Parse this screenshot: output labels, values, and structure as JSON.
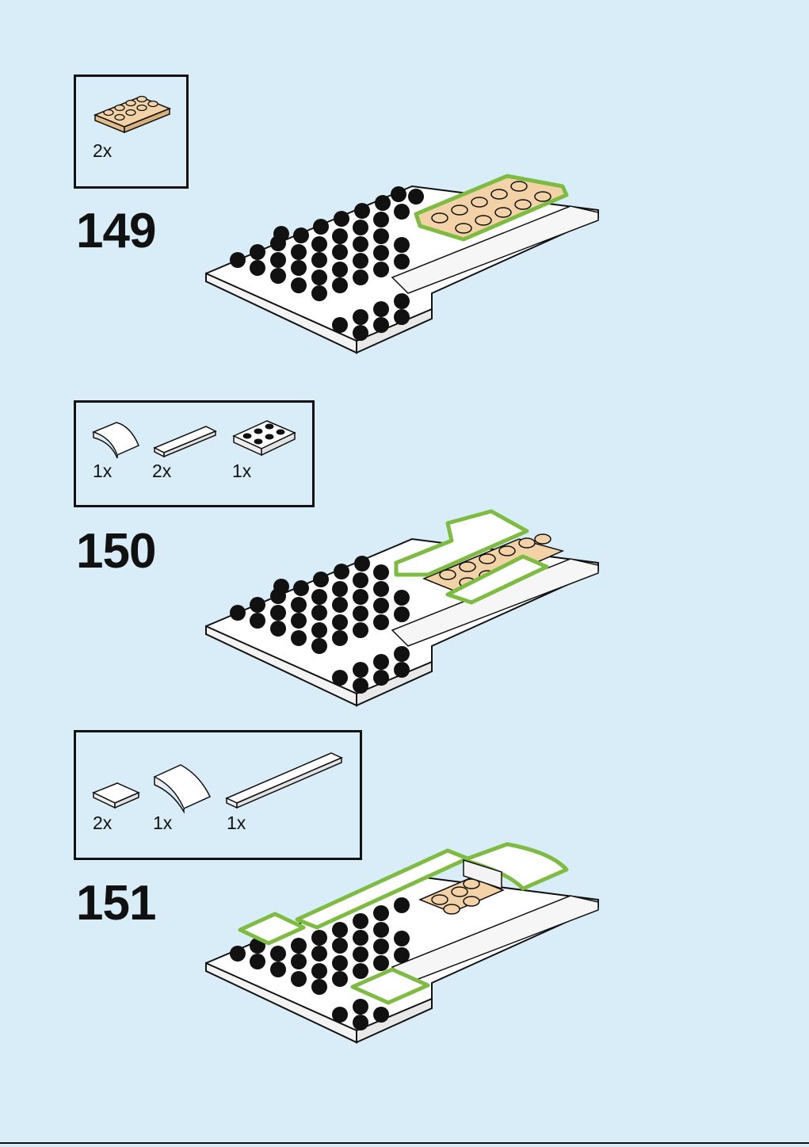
{
  "steps": [
    {
      "number": "149",
      "parts": [
        {
          "qty": "2x",
          "part_icon": "tan-plate-2x4-icon",
          "color": "#f2d2a6"
        }
      ]
    },
    {
      "number": "150",
      "parts": [
        {
          "qty": "1x",
          "part_icon": "white-curved-slope-icon",
          "color": "#ffffff"
        },
        {
          "qty": "2x",
          "part_icon": "white-tile-1x4-icon",
          "color": "#ffffff"
        },
        {
          "qty": "1x",
          "part_icon": "white-plate-2x3-icon",
          "color": "#ffffff"
        }
      ]
    },
    {
      "number": "151",
      "parts": [
        {
          "qty": "2x",
          "part_icon": "white-tile-2x2-icon",
          "color": "#ffffff"
        },
        {
          "qty": "1x",
          "part_icon": "white-curved-slope-2x2-icon",
          "color": "#ffffff"
        },
        {
          "qty": "1x",
          "part_icon": "white-tile-1x8-icon",
          "color": "#ffffff"
        }
      ]
    }
  ],
  "colors": {
    "background": "#d9edf8",
    "highlight": "#7dbb42",
    "tan": "#f2d2a6",
    "white_brick": "#ffffff",
    "outline": "#111111"
  }
}
